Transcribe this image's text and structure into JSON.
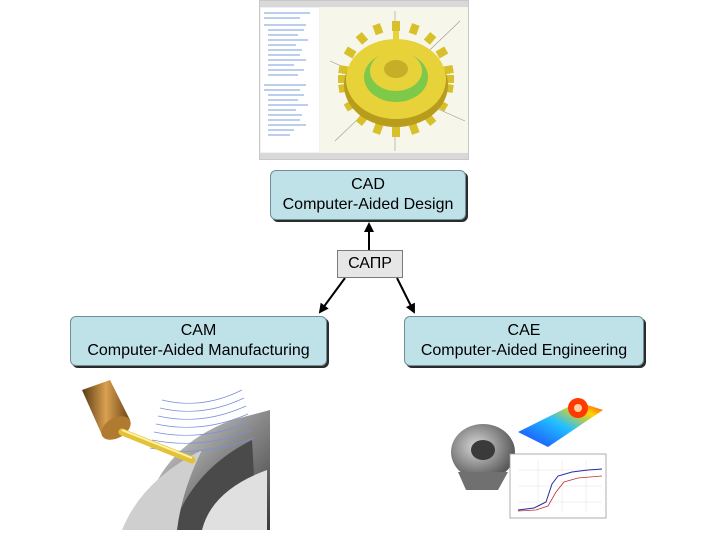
{
  "cad": {
    "label": "CAD",
    "full_name": "Computer-Aided Design",
    "image_icon": "gear-model-screenshot-icon"
  },
  "center": {
    "label": "САПР"
  },
  "cam": {
    "label": "CAM",
    "full_name": "Computer-Aided Manufacturing",
    "image_icon": "cnc-milling-impeller-icon"
  },
  "cae": {
    "label": "CAE",
    "full_name": "Computer-Aided Engineering",
    "image_icon": "fea-simulation-icon"
  },
  "colors": {
    "box_fill": "#bfe1e8",
    "box_border": "#6f8f96",
    "center_fill": "#e6e6e6",
    "gear_yellow": "#e8d23a",
    "gear_green": "#7ec84a"
  }
}
